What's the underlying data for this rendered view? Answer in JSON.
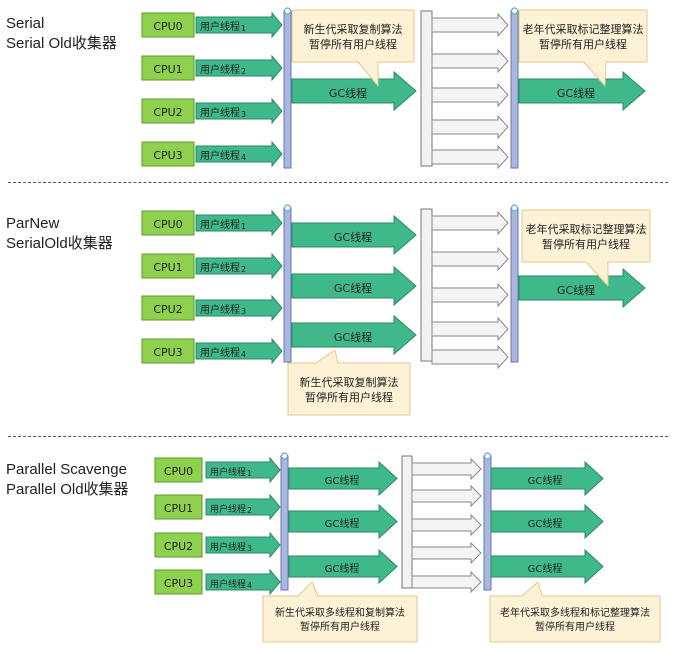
{
  "sections": [
    {
      "title_line1": "Serial",
      "title_line2": "Serial Old收集器",
      "cpus": [
        "CPU0",
        "CPU1",
        "CPU2",
        "CPU3"
      ],
      "user_thread_label": "用户线程",
      "user_thread_numbers": [
        "1",
        "2",
        "3",
        "4"
      ],
      "young_gc_label": "GC线程",
      "old_gc_label": "GC线程",
      "callout_young_line1": "新生代采取复制算法",
      "callout_young_line2": "暂停所有用户线程",
      "callout_old_line1": "老年代采取标记整理算法",
      "callout_old_line2": "暂停所有用户线程"
    },
    {
      "title_line1": "ParNew",
      "title_line2": "SerialOld收集器",
      "cpus": [
        "CPU0",
        "CPU1",
        "CPU2",
        "CPU3"
      ],
      "user_thread_label": "用户线程",
      "user_thread_numbers": [
        "1",
        "2",
        "3",
        "4"
      ],
      "young_gc_label": "GC线程",
      "old_gc_label": "GC线程",
      "callout_young_line1": "新生代采取复制算法",
      "callout_young_line2": "暂停所有用户线程",
      "callout_old_line1": "老年代采取标记整理算法",
      "callout_old_line2": "暂停所有用户线程"
    },
    {
      "title_line1": "Parallel Scavenge",
      "title_line2": "Parallel Old收集器",
      "cpus": [
        "CPU0",
        "CPU1",
        "CPU2",
        "CPU3"
      ],
      "user_thread_label": "用户线程",
      "user_thread_numbers": [
        "1",
        "2",
        "3",
        "4"
      ],
      "young_gc_label": "GC线程",
      "old_gc_label": "GC线程",
      "callout_young_line1": "新生代采取多线程和复制算法",
      "callout_young_line2": "暂停所有用户线程",
      "callout_old_line1": "老年代采取多线程和标记整理算法",
      "callout_old_line2": "暂停所有用户线程"
    }
  ],
  "colors": {
    "cpu_fill": "#8fd14f",
    "cpu_border": "#5a9a2a",
    "arrow_fill": "#3fb98a",
    "arrow_stroke": "#2a8a63",
    "safepoint_fill": "#aab8e0",
    "safepoint_stroke": "#6676b0",
    "gray_fill": "#f4f4f4",
    "gray_stroke": "#888888",
    "callout_fill": "#fdf1d6",
    "callout_stroke": "#e0c98c"
  }
}
